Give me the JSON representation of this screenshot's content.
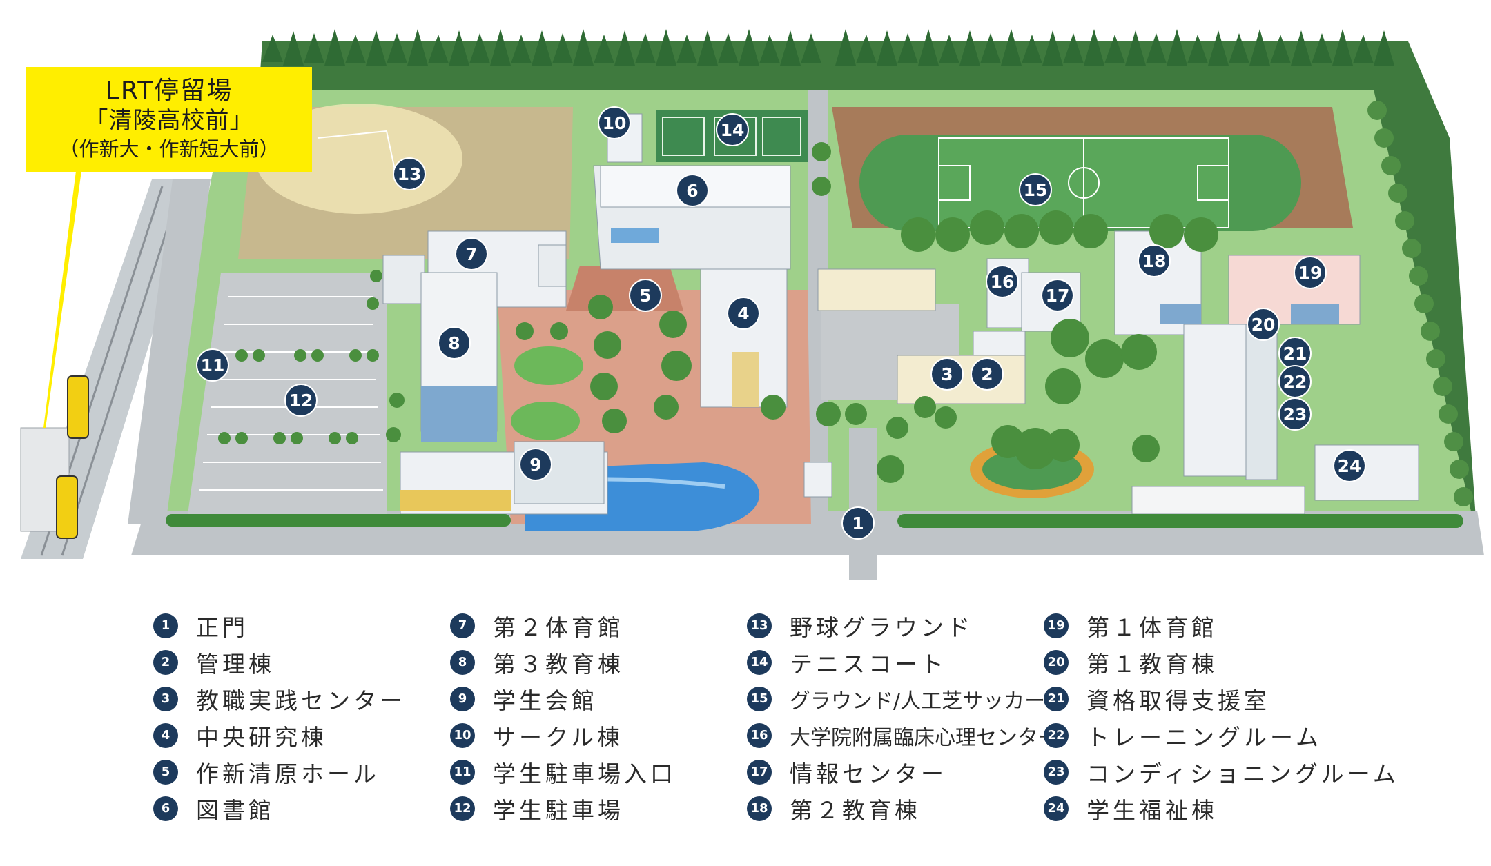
{
  "callout": {
    "line1": "LRT停留場",
    "line2": "「清陵高校前」",
    "line3": "（作新大・作新短大前）",
    "background": "#ffee00"
  },
  "colors": {
    "marker": "#1d3a5c",
    "grass": "#9fd08a",
    "road": "#bfc4c8",
    "track": "#a77b5a",
    "plaza": "#dba08a",
    "water": "#3d8ed8",
    "callout": "#ffee00"
  },
  "places": [
    {
      "num": "1",
      "name": "正門"
    },
    {
      "num": "2",
      "name": "管理棟"
    },
    {
      "num": "3",
      "name": "教職実践センター"
    },
    {
      "num": "4",
      "name": "中央研究棟"
    },
    {
      "num": "5",
      "name": "作新清原ホール"
    },
    {
      "num": "6",
      "name": "図書館"
    },
    {
      "num": "7",
      "name": "第２体育館"
    },
    {
      "num": "8",
      "name": "第３教育棟"
    },
    {
      "num": "9",
      "name": "学生会館"
    },
    {
      "num": "10",
      "name": "サークル棟"
    },
    {
      "num": "11",
      "name": "学生駐車場入口"
    },
    {
      "num": "12",
      "name": "学生駐車場"
    },
    {
      "num": "13",
      "name": "野球グラウンド"
    },
    {
      "num": "14",
      "name": "テニスコート"
    },
    {
      "num": "15",
      "name": "グラウンド/人工芝サッカー場"
    },
    {
      "num": "16",
      "name": "大学院附属臨床心理センター"
    },
    {
      "num": "17",
      "name": "情報センター"
    },
    {
      "num": "18",
      "name": "第２教育棟"
    },
    {
      "num": "19",
      "name": "第１体育館"
    },
    {
      "num": "20",
      "name": "第１教育棟"
    },
    {
      "num": "21",
      "name": "資格取得支援室"
    },
    {
      "num": "22",
      "name": "トレーニングルーム"
    },
    {
      "num": "23",
      "name": "コンディショニングルーム"
    },
    {
      "num": "24",
      "name": "学生福祉棟"
    }
  ]
}
